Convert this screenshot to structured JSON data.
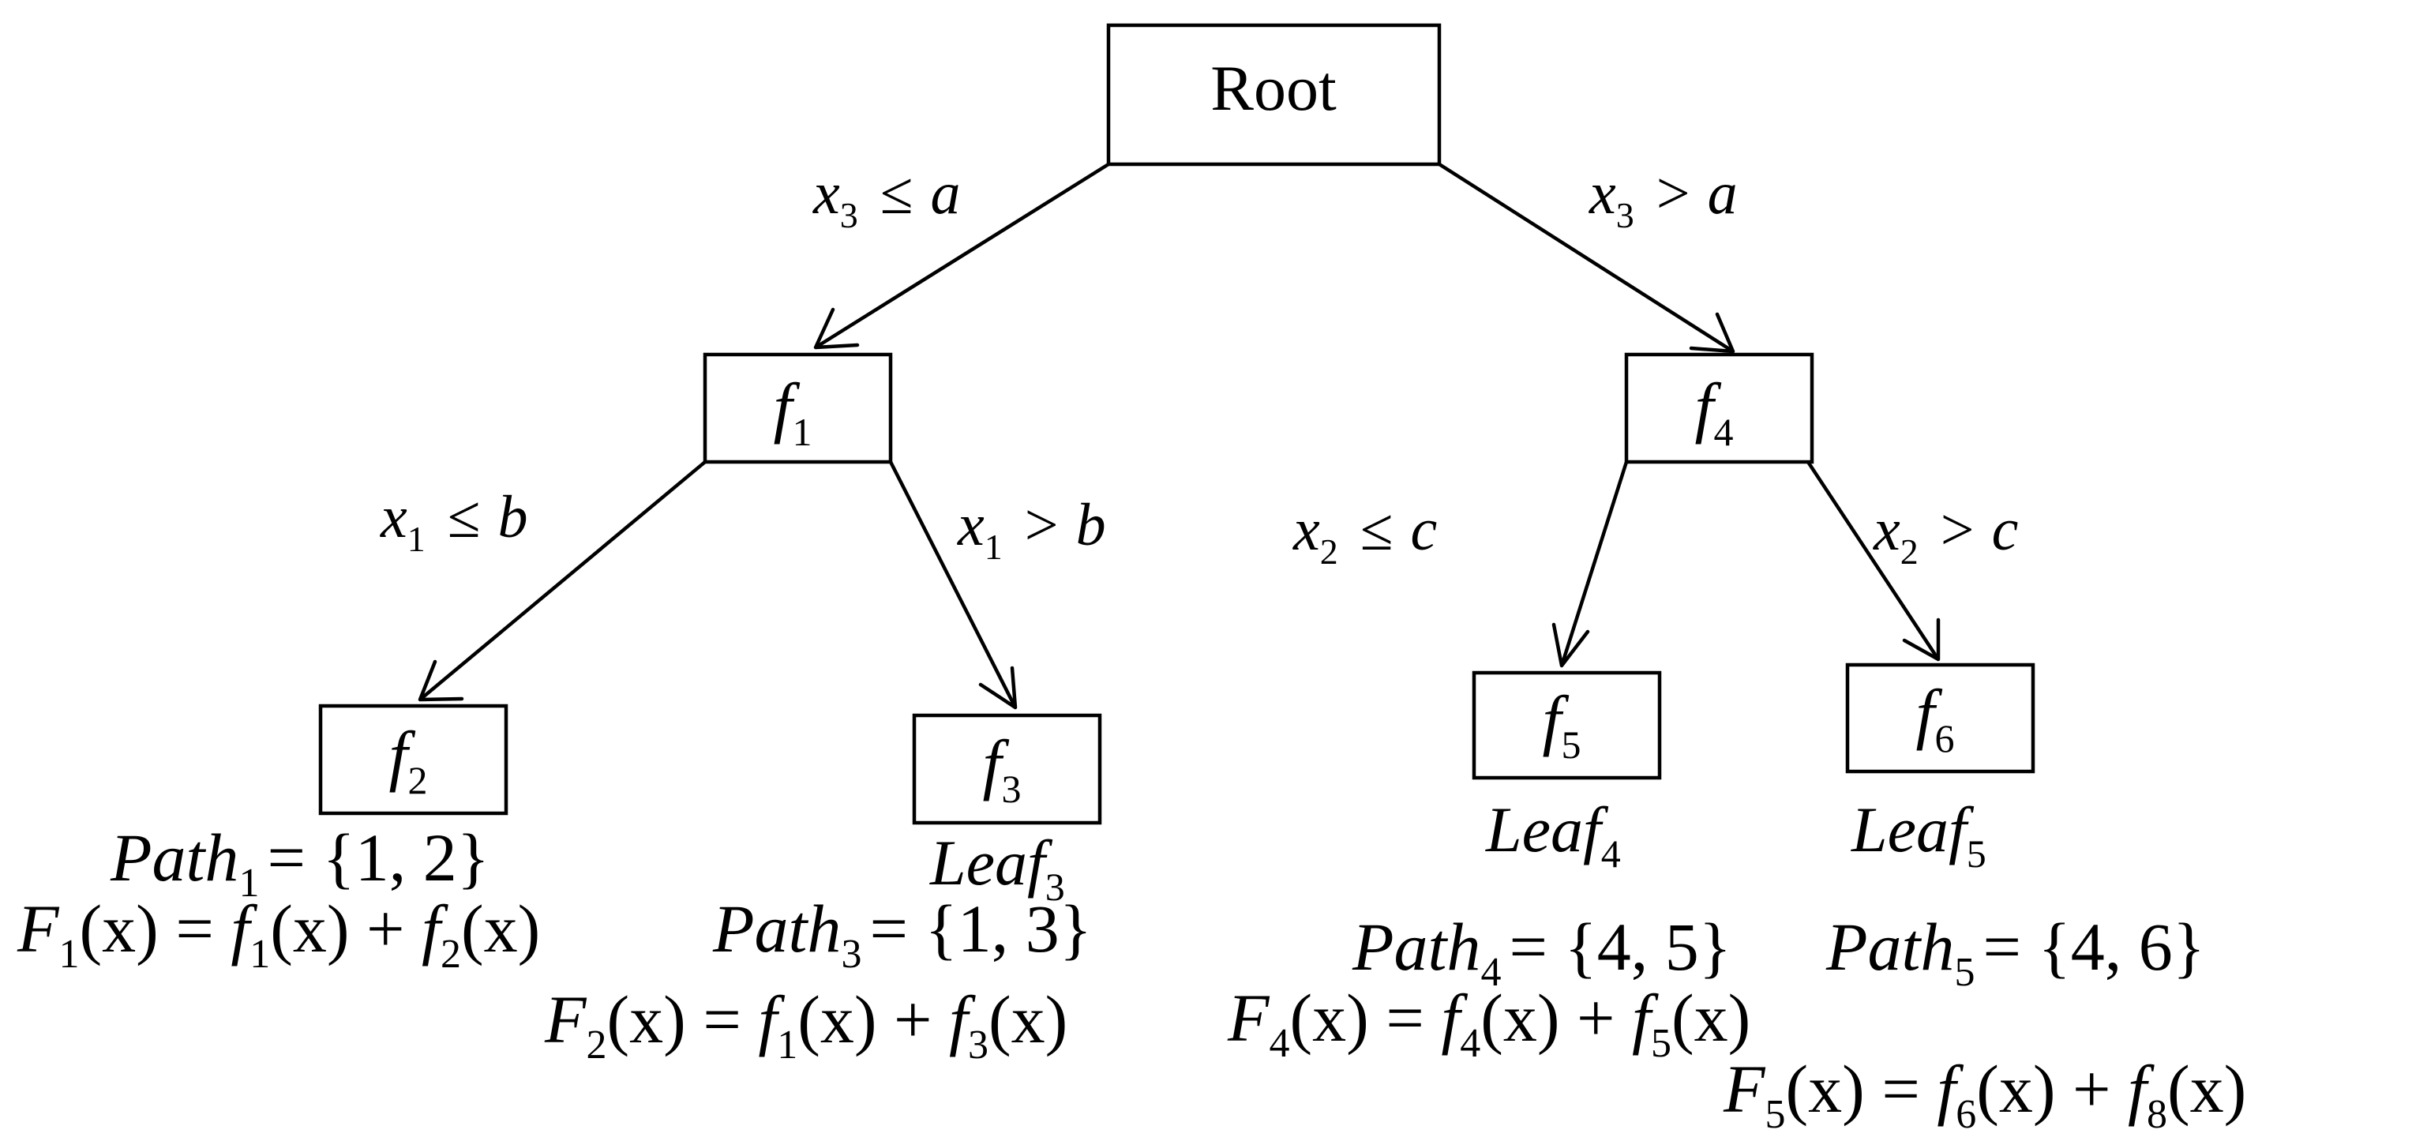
{
  "diagram": {
    "nodes": {
      "root": {
        "label": "Root"
      },
      "f1": {
        "base": "f",
        "sub": "1"
      },
      "f4": {
        "base": "f",
        "sub": "4"
      },
      "f2": {
        "base": "f",
        "sub": "2"
      },
      "f3": {
        "base": "f",
        "sub": "3"
      },
      "f5": {
        "base": "f",
        "sub": "5"
      },
      "f6": {
        "base": "f",
        "sub": "6"
      }
    },
    "edges": {
      "root_f1": {
        "var": "x",
        "sub": "3",
        "op": "≤",
        "rhs": "a"
      },
      "root_f4": {
        "var": "x",
        "sub": "3",
        "op": ">",
        "rhs": "a"
      },
      "f1_f2": {
        "var": "x",
        "sub": "1",
        "op": "≤",
        "rhs": "b"
      },
      "f1_f3": {
        "var": "x",
        "sub": "1",
        "op": ">",
        "rhs": "b"
      },
      "f4_f5": {
        "var": "x",
        "sub": "2",
        "op": "≤",
        "rhs": "c"
      },
      "f4_f6": {
        "var": "x",
        "sub": "2",
        "op": ">",
        "rhs": "c"
      }
    },
    "leaf_labels": {
      "leaf3": {
        "base": "Leaf",
        "sub": "3"
      },
      "leaf4": {
        "base": "Leaf",
        "sub": "4"
      },
      "leaf5": {
        "base": "Leaf",
        "sub": "5"
      }
    },
    "paths": {
      "path1": {
        "base": "Path",
        "sub": "1",
        "rhs": "= {1, 2}"
      },
      "path3": {
        "base": "Path",
        "sub": "3",
        "rhs": "= {1, 3}"
      },
      "path4": {
        "base": "Path",
        "sub": "4",
        "rhs": "= {4, 5}"
      },
      "path5": {
        "base": "Path",
        "sub": "5",
        "rhs": "= {4, 6}"
      }
    },
    "formulas": {
      "F1": {
        "lhs": "F",
        "lhs_sub": "1",
        "t1": "f",
        "t1_sub": "1",
        "t2": "f",
        "t2_sub": "2"
      },
      "F2": {
        "lhs": "F",
        "lhs_sub": "2",
        "t1": "f",
        "t1_sub": "1",
        "t2": "f",
        "t2_sub": "3"
      },
      "F4": {
        "lhs": "F",
        "lhs_sub": "4",
        "t1": "f",
        "t1_sub": "4",
        "t2": "f",
        "t2_sub": "5"
      },
      "F5": {
        "lhs": "F",
        "lhs_sub": "5",
        "t1": "f",
        "t1_sub": "6",
        "t2": "f",
        "t2_sub": "8"
      }
    },
    "formula_parts": {
      "arg": "(x)",
      "eq": " = ",
      "plus": " + "
    }
  }
}
